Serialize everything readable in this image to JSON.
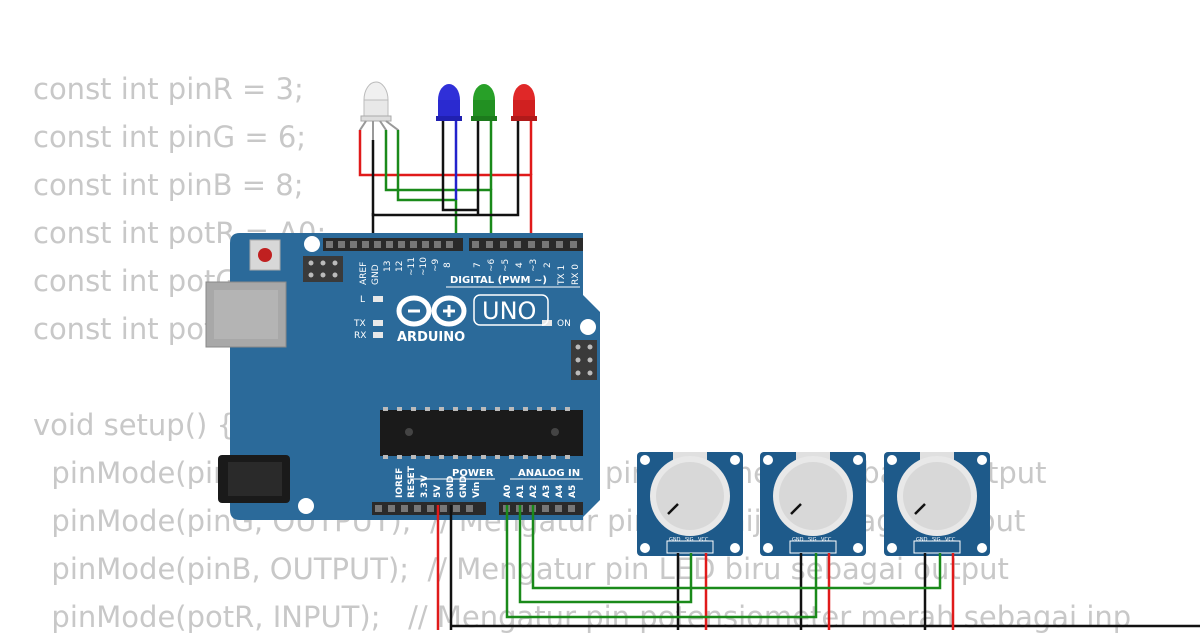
{
  "code_lines": [
    "const int pinR = 3;",
    "const int pinG = 6;",
    "const int pinB = 8;",
    "const int potR = A0;",
    "const int potG = A1;",
    "const int potB = A2;",
    "",
    "void setup() {",
    "  pinMode(pinR, OUTPUT);  // Mengatur pin LED merah sebagai output",
    "  pinMode(pinG, OUTPUT);  // Mengatur pin LED hijau sebagai output",
    "  pinMode(pinB, OUTPUT);  // Mengatur pin LED biru sebagai output",
    "  pinMode(potR, INPUT);   // Mengatur pin potensiometer merah sebagai inp"
  ],
  "board": {
    "brand": "ARDUINO",
    "model": "UNO",
    "digital_header_label": "DIGITAL (PWM ~)",
    "power_label": "POWER",
    "analog_label": "ANALOG IN",
    "led_labels": {
      "l": "L",
      "tx": "TX",
      "rx": "RX",
      "on": "ON"
    },
    "digital_pins": [
      "AREF",
      "GND",
      "13",
      "12",
      "~11",
      "~10",
      "~9",
      "8",
      "7",
      "~6",
      "~5",
      "4",
      "~3",
      "2",
      "TX 1",
      "RX 0"
    ],
    "power_pins": [
      "IOREF",
      "RESET",
      "3.3V",
      "5V",
      "GND",
      "GND",
      "Vin"
    ],
    "analog_pins": [
      "A0",
      "A1",
      "A2",
      "A3",
      "A4",
      "A5"
    ]
  },
  "potentiometer_pins": [
    "GND",
    "SIG",
    "VCC"
  ],
  "colors": {
    "board": "#2b6a9a",
    "board_dark": "#1f5078",
    "wire_red": "#e01a1a",
    "wire_green": "#1a8a1a",
    "wire_blue": "#2222cc",
    "wire_black": "#111111",
    "code_text": "#c8c8c8",
    "pot_board": "#1e5a8a",
    "knob": "#dcdcdc"
  },
  "icons": [
    "arduino-infinity-logo",
    "reset-button-icon",
    "usb-port-icon",
    "power-jack-icon"
  ]
}
